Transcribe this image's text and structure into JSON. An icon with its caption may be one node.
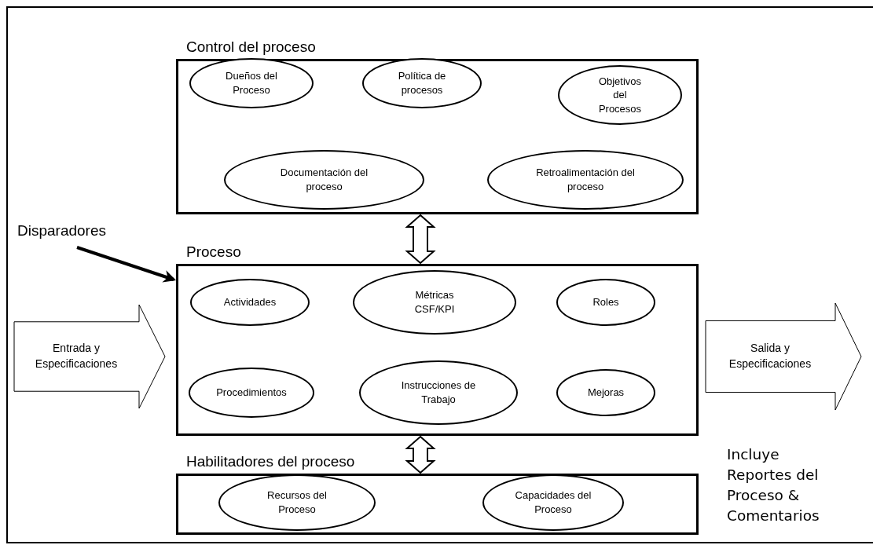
{
  "diagram": {
    "nodes": [
      {
        "text": [
          "Control del proceso"
        ]
      },
      {
        "text": [
          "Dueños del Proceso"
        ],
        "in": 0
      },
      {
        "text": [
          "Política de procesos"
        ],
        "in": 0
      },
      {
        "text": [
          "Objetivos del Procesos"
        ],
        "in": 0
      },
      {
        "text": [
          "Documentación del proceso"
        ],
        "in": 0
      },
      {
        "text": [
          "Retroalimentación del proceso"
        ],
        "in": 0
      },
      {
        "text": [
          "Proceso"
        ]
      },
      {
        "text": [
          "Actividades"
        ],
        "in": 6
      },
      {
        "text": [
          "Métricas CSF/KPI"
        ],
        "in": 6
      },
      {
        "text": [
          "Roles"
        ],
        "in": 6
      },
      {
        "text": [
          "Procedimientos"
        ],
        "in": 6
      },
      {
        "text": [
          "Instrucciones de Trabajo"
        ],
        "in": 6
      },
      {
        "text": [
          "Mejoras"
        ],
        "in": 6
      },
      {
        "text": [
          "Habilitadores del proceso"
        ]
      },
      {
        "text": [
          "Recursos del Proceso"
        ],
        "in": 13
      },
      {
        "text": [
          "Capacidades del Proceso"
        ],
        "in": 13
      },
      {
        "text": [
          "Entrada y Especificaciones"
        ]
      },
      {
        "text": [
          "Salida y Especificaciones"
        ]
      },
      {
        "text": [
          "Disparadores"
        ]
      }
    ],
    "edges": [
      {
        "from": 0,
        "to": 6,
        "arrow": "both"
      },
      {
        "from": 6,
        "to": 13,
        "arrow": "both"
      },
      {
        "from": 18,
        "to": 6,
        "arrow": "to"
      }
    ],
    "labels": [
      "Incluye Reportes del Proceso & Comentarios"
    ]
  }
}
